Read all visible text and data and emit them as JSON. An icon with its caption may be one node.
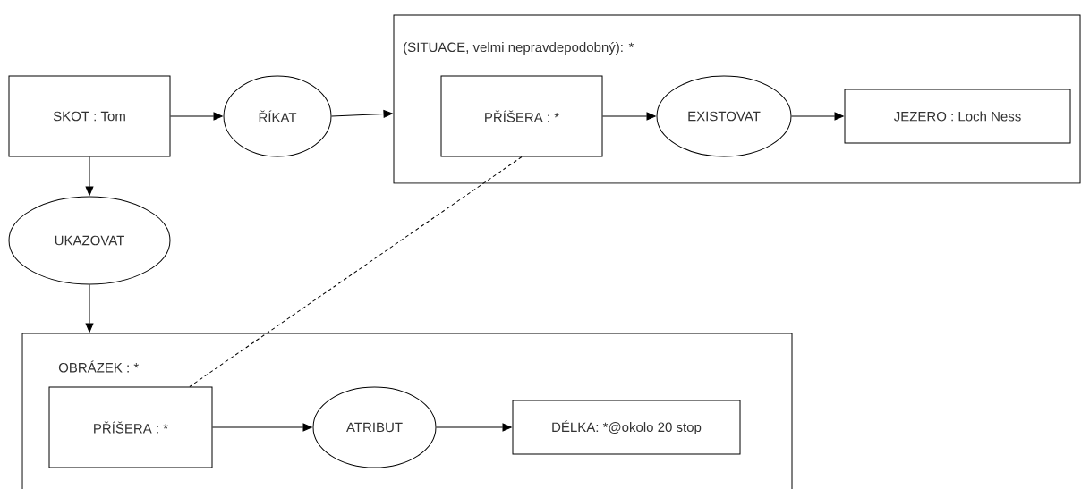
{
  "diagram": {
    "nodes": [
      {
        "text": [
          "SKOT : Tom"
        ]
      },
      {
        "text": [
          "ŘÍKAT"
        ]
      },
      {
        "text": [
          "(SITUACE, velmi nepravdepodobný): *"
        ]
      },
      {
        "text": [
          "PŘÍŠERA : *"
        ],
        "in": 2
      },
      {
        "text": [
          "EXISTOVAT"
        ],
        "in": 2
      },
      {
        "text": [
          "JEZERO : Loch Ness"
        ],
        "in": 2
      },
      {
        "text": [
          "UKAZOVAT"
        ]
      },
      {
        "text": [
          "OBRÁZEK : *"
        ]
      },
      {
        "text": [
          "PŘÍŠERA : *"
        ],
        "in": 7
      },
      {
        "text": [
          "ATRIBUT"
        ],
        "in": 7
      },
      {
        "text": [
          "DÉLKA: *@okolo 20 stop"
        ],
        "in": 7
      }
    ],
    "edges": [
      {
        "from": 0,
        "to": 1,
        "arrow": "to"
      },
      {
        "from": 1,
        "to": 2,
        "arrow": "to"
      },
      {
        "from": 3,
        "to": 4,
        "arrow": "to"
      },
      {
        "from": 4,
        "to": 5,
        "arrow": "to"
      },
      {
        "from": 0,
        "to": 6,
        "arrow": "to"
      },
      {
        "from": 6,
        "to": 7,
        "arrow": "to"
      },
      {
        "from": 8,
        "to": 9,
        "arrow": "to"
      },
      {
        "from": 9,
        "to": 10,
        "arrow": "to"
      },
      {
        "from": 3,
        "to": 8,
        "arrow": "none",
        "style": "dashed"
      }
    ]
  }
}
